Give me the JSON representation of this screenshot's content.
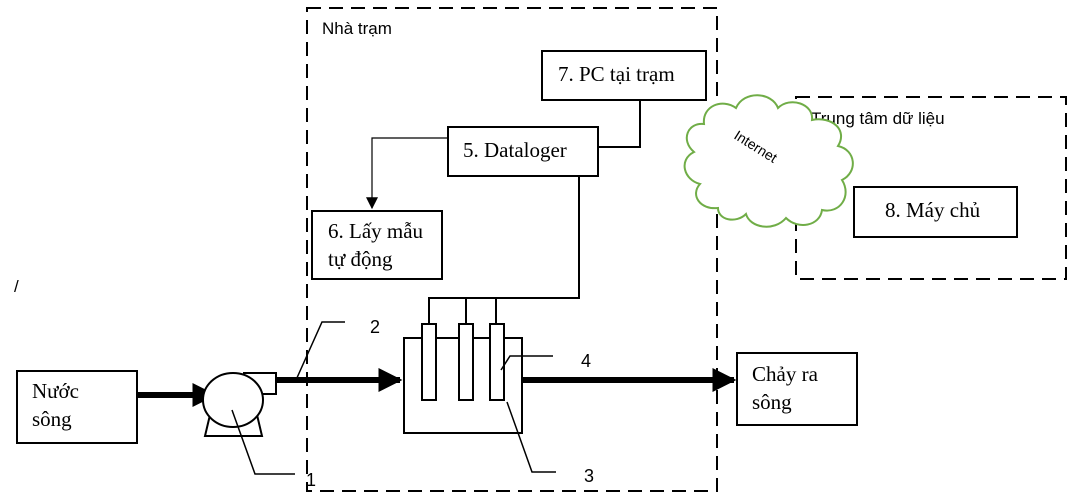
{
  "diagram": {
    "station_group": {
      "label": "Nhà trạm"
    },
    "datacenter_group": {
      "label": "Trung tâm dữ liệu"
    },
    "nodes": {
      "river_water": {
        "lines": [
          "Nước",
          "sông"
        ]
      },
      "datalogger": {
        "label": "5. Dataloger"
      },
      "autosampler": {
        "lines": [
          "6. Lấy mẫu",
          "tự động"
        ]
      },
      "station_pc": {
        "label": "7. PC tại trạm"
      },
      "server": {
        "label": "8. Máy chủ"
      },
      "outflow": {
        "lines": [
          "Chảy ra",
          "sông"
        ]
      },
      "internet": {
        "label": "Internet"
      }
    },
    "callouts": {
      "pump": "1",
      "pipe": "2",
      "tank": "3",
      "sensor": "4"
    },
    "stray_mark": "/",
    "colors": {
      "line": "#000000",
      "cloud_stroke": "#70ad47",
      "background": "#ffffff"
    }
  }
}
